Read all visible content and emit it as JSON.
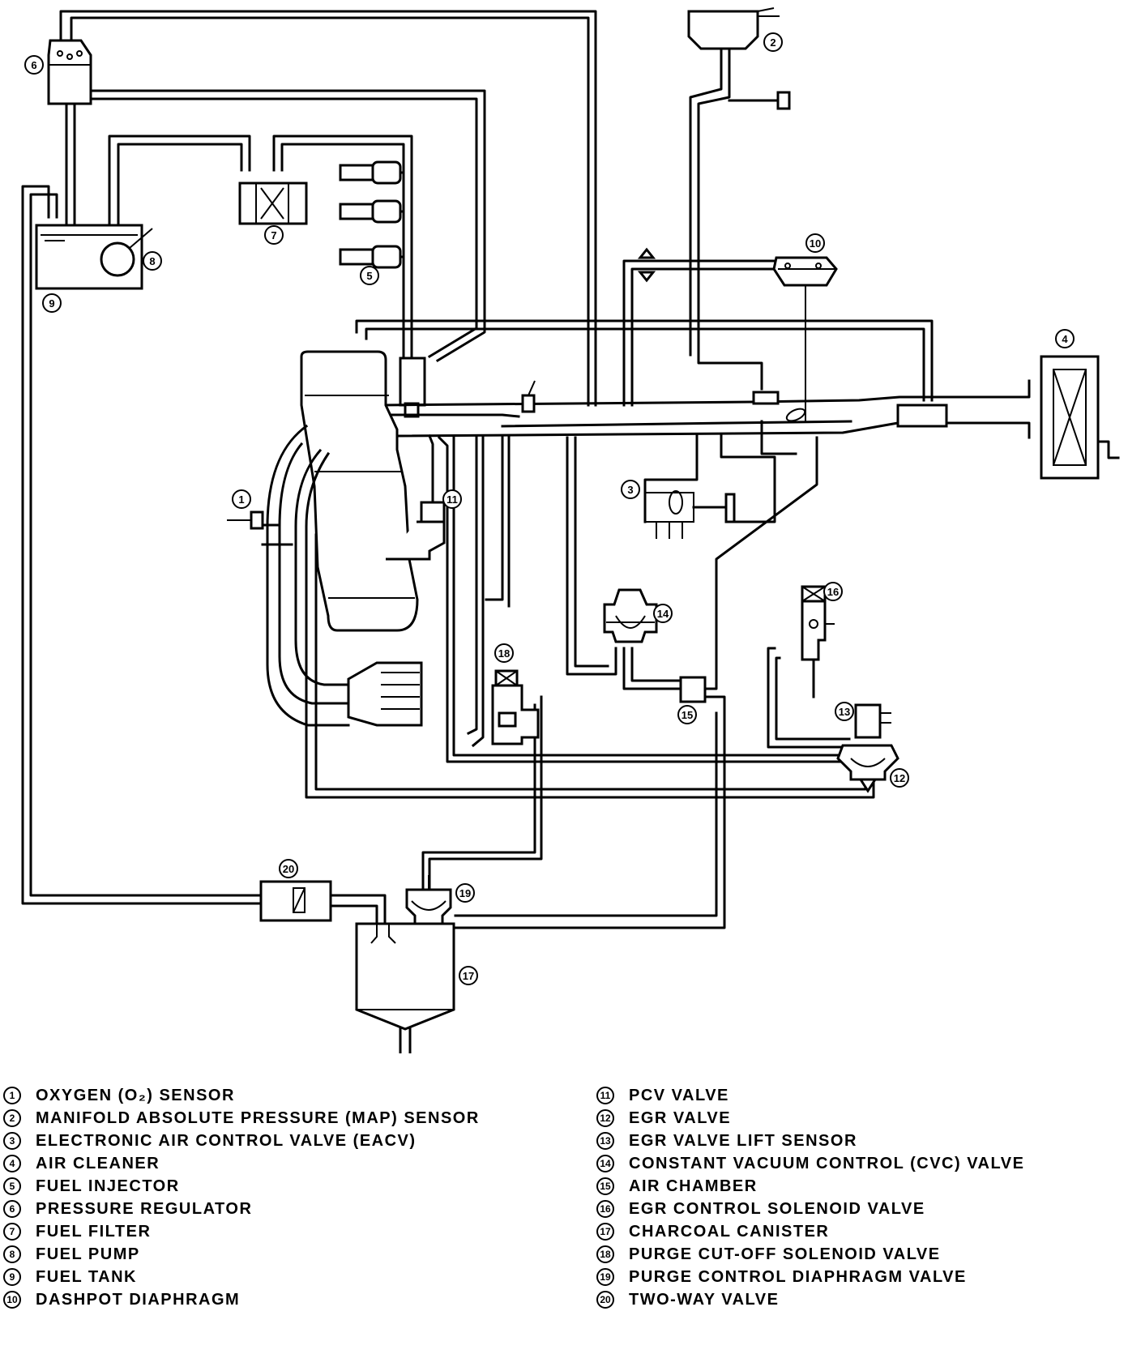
{
  "components": [
    {
      "num": "1",
      "label": "OXYGEN (O₂) SENSOR"
    },
    {
      "num": "2",
      "label": "MANIFOLD ABSOLUTE PRESSURE (MAP) SENSOR"
    },
    {
      "num": "3",
      "label": "ELECTRONIC AIR CONTROL VALVE (EACV)"
    },
    {
      "num": "4",
      "label": "AIR CLEANER"
    },
    {
      "num": "5",
      "label": "FUEL INJECTOR"
    },
    {
      "num": "6",
      "label": "PRESSURE REGULATOR"
    },
    {
      "num": "7",
      "label": "FUEL FILTER"
    },
    {
      "num": "8",
      "label": "FUEL PUMP"
    },
    {
      "num": "9",
      "label": "FUEL TANK"
    },
    {
      "num": "10",
      "label": "DASHPOT DIAPHRAGM"
    },
    {
      "num": "11",
      "label": "PCV VALVE"
    },
    {
      "num": "12",
      "label": "EGR VALVE"
    },
    {
      "num": "13",
      "label": "EGR VALVE LIFT SENSOR"
    },
    {
      "num": "14",
      "label": "CONSTANT VACUUM CONTROL (CVC) VALVE"
    },
    {
      "num": "15",
      "label": "AIR CHAMBER"
    },
    {
      "num": "16",
      "label": "EGR CONTROL SOLENOID VALVE"
    },
    {
      "num": "17",
      "label": "CHARCOAL CANISTER"
    },
    {
      "num": "18",
      "label": "PURGE CUT-OFF SOLENOID VALVE"
    },
    {
      "num": "19",
      "label": "PURGE CONTROL DIAPHRAGM VALVE"
    },
    {
      "num": "20",
      "label": "TWO-WAY VALVE"
    }
  ]
}
